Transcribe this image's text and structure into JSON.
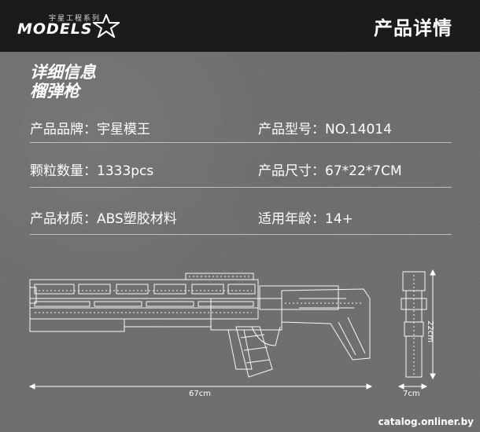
{
  "header": {
    "brand_cn": "宇星工程系列",
    "brand_en": "MODELS",
    "title": "产品详情"
  },
  "section": {
    "title_line1": "详细信息",
    "title_line2": "榴弹枪"
  },
  "specs": [
    {
      "left": "产品品牌：宇星模王",
      "right": "产品型号：NO.14014"
    },
    {
      "left": "颗粒数量：1333pcs",
      "right": "产品尺寸：67*22*7CM"
    },
    {
      "left": "产品材质：ABS塑胶材料",
      "right": "适用年龄：14+"
    }
  ],
  "dimensions": {
    "length": "67cm",
    "width": "7cm",
    "height": "22cm"
  },
  "footer": {
    "watermark": "catalog.onliner.by"
  },
  "colors": {
    "header_bg": "#1b1b1b",
    "page_bg": "#707070",
    "line": "#ffffff"
  }
}
